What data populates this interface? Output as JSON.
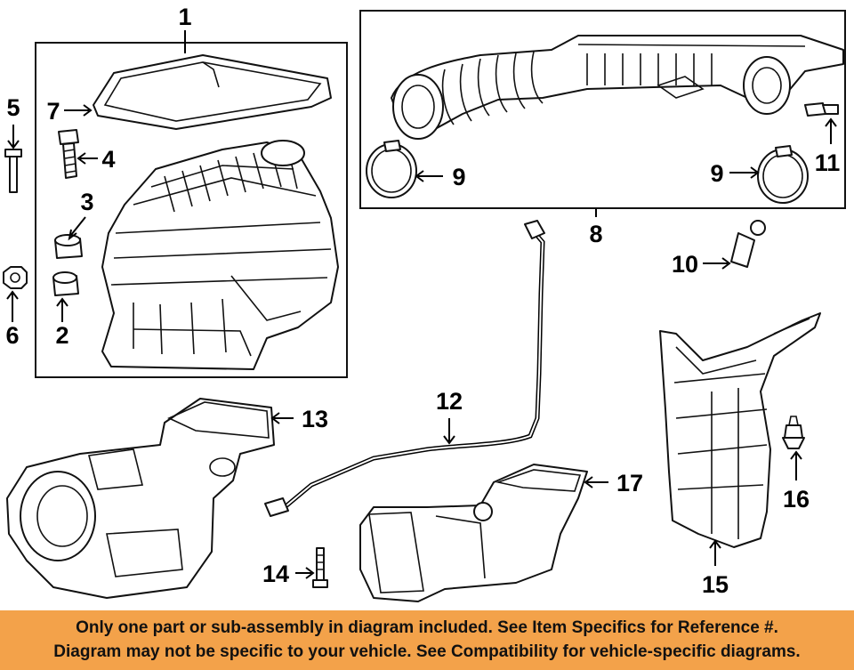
{
  "callouts": {
    "c1": "1",
    "c2": "2",
    "c3": "3",
    "c4": "4",
    "c5": "5",
    "c6": "6",
    "c7": "7",
    "c8": "8",
    "c9a": "9",
    "c9b": "9",
    "c10": "10",
    "c11": "11",
    "c12": "12",
    "c13": "13",
    "c14": "14",
    "c15": "15",
    "c16": "16",
    "c17": "17"
  },
  "notice": {
    "line1": "Only one part or sub-assembly in diagram included. See Item Specifics for Reference #.",
    "line2": "Diagram may not be specific to your vehicle. See Compatibility for vehicle-specific diagrams."
  },
  "colors": {
    "banner": "#f3a24a",
    "ink": "#111111",
    "background": "#ffffff"
  }
}
